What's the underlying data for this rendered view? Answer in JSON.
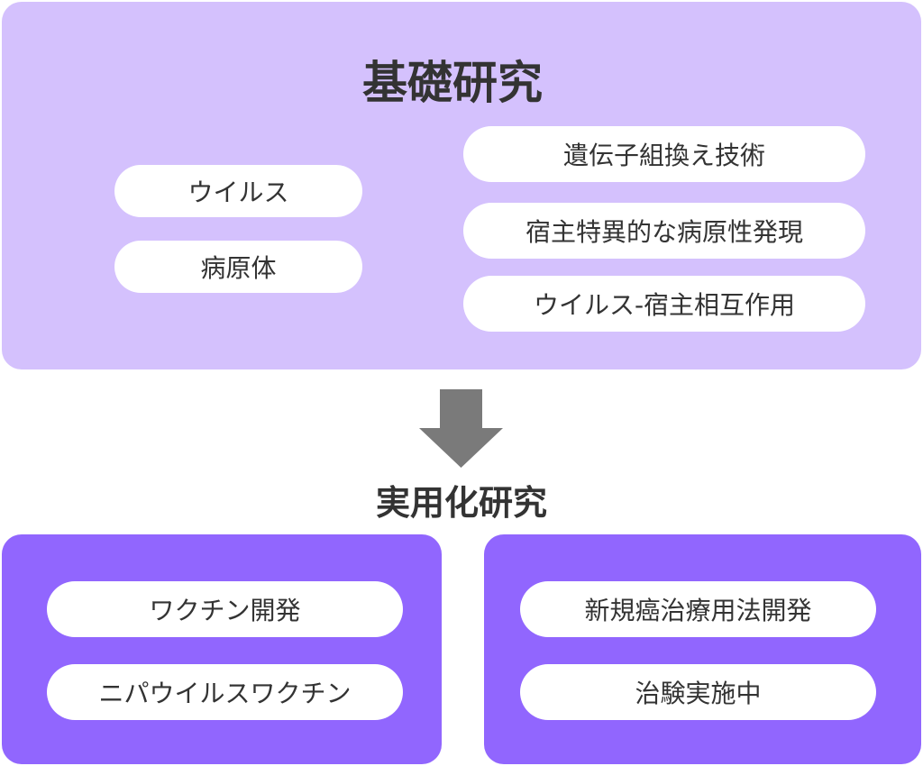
{
  "basic_research": {
    "title": "基礎研究",
    "left_items": [
      "ウイルス",
      "病原体"
    ],
    "right_items": [
      "遺伝子組換え技術",
      "宿主特異的な病原性発現",
      "ウイルス-宿主相互作用"
    ]
  },
  "arrow": {
    "icon": "down-arrow-icon",
    "color": "#7a7a7a"
  },
  "applied_research": {
    "title": "実用化研究",
    "left_items": [
      "ワクチン開発",
      "ニパウイルスワクチン"
    ],
    "right_items": [
      "新規癌治療用法開発",
      "治験実施中"
    ]
  },
  "colors": {
    "basic_bg": "#d4c1fd",
    "applied_bg": "#9166fe",
    "text": "#333333"
  }
}
